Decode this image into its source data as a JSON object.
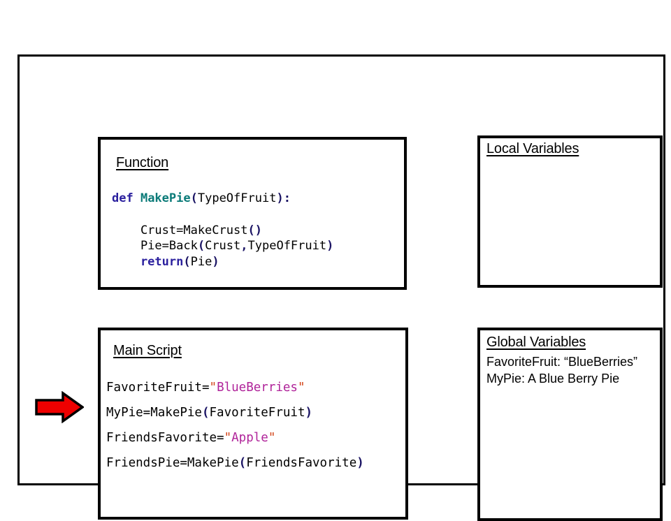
{
  "diagram": {
    "title": "Python function scope / call-stack walkthrough",
    "colors": {
      "keyword": "#2a1f9e",
      "function_name": "#0a7a78",
      "punctuation": "#1b1464",
      "string": "#b0249a",
      "quote": "#d24317",
      "arrow": "#ee0000",
      "border": "#000000",
      "background": "#ffffff"
    }
  },
  "panels": {
    "function": {
      "title": "Function",
      "code_lines": [
        {
          "id": "def-line",
          "tokens": [
            {
              "text": "def ",
              "style": "kw"
            },
            {
              "text": "MakePie",
              "style": "fname"
            },
            {
              "text": "(",
              "style": "punct"
            },
            {
              "text": "TypeOfFruit",
              "style": "plain"
            },
            {
              "text": "):",
              "style": "punct"
            }
          ]
        },
        {
          "id": "blank-1",
          "tokens": [
            {
              "text": " ",
              "style": "plain"
            }
          ]
        },
        {
          "id": "crust-line",
          "tokens": [
            {
              "text": "    Crust=MakeCrust",
              "style": "plain"
            },
            {
              "text": "()",
              "style": "punct"
            }
          ]
        },
        {
          "id": "pie-line",
          "tokens": [
            {
              "text": "    Pie=Back",
              "style": "plain"
            },
            {
              "text": "(",
              "style": "punct"
            },
            {
              "text": "Crust",
              "style": "plain"
            },
            {
              "text": ",",
              "style": "punct"
            },
            {
              "text": "TypeOfFruit",
              "style": "plain"
            },
            {
              "text": ")",
              "style": "punct"
            }
          ]
        },
        {
          "id": "return-line",
          "tokens": [
            {
              "text": "    return",
              "style": "kw"
            },
            {
              "text": "(",
              "style": "punct"
            },
            {
              "text": "Pie",
              "style": "plain"
            },
            {
              "text": ")",
              "style": "punct"
            }
          ]
        }
      ]
    },
    "main_script": {
      "title": "Main Script",
      "code_lines": [
        {
          "id": "favorite-fruit-line",
          "tokens": [
            {
              "text": "FavoriteFruit=",
              "style": "plain"
            },
            {
              "text": "\"",
              "style": "quote"
            },
            {
              "text": "BlueBerries",
              "style": "str"
            },
            {
              "text": "\"",
              "style": "quote"
            }
          ]
        },
        {
          "id": "mypie-line",
          "tokens": [
            {
              "text": "MyPie=MakePie",
              "style": "plain"
            },
            {
              "text": "(",
              "style": "punct"
            },
            {
              "text": "FavoriteFruit",
              "style": "plain"
            },
            {
              "text": ")",
              "style": "punct"
            }
          ]
        },
        {
          "id": "friends-favorite-line",
          "tokens": [
            {
              "text": "FriendsFavorite=",
              "style": "plain"
            },
            {
              "text": "\"",
              "style": "quote"
            },
            {
              "text": "Apple",
              "style": "str"
            },
            {
              "text": "\"",
              "style": "quote"
            }
          ]
        },
        {
          "id": "friends-pie-line",
          "tokens": [
            {
              "text": "FriendsPie=MakePie",
              "style": "plain"
            },
            {
              "text": "(",
              "style": "punct"
            },
            {
              "text": "FriendsFavorite",
              "style": "plain"
            },
            {
              "text": ")",
              "style": "punct"
            }
          ]
        }
      ]
    },
    "local_variables": {
      "title": "Local Variables",
      "entries": []
    },
    "global_variables": {
      "title": "Global Variables",
      "entries": [
        "FavoriteFruit: “BlueBerries”",
        "MyPie: A Blue Berry Pie"
      ]
    }
  },
  "pointer": {
    "icon": "right-arrow-icon",
    "points_to_line": "friends-favorite-line",
    "color": "#ee0000"
  }
}
